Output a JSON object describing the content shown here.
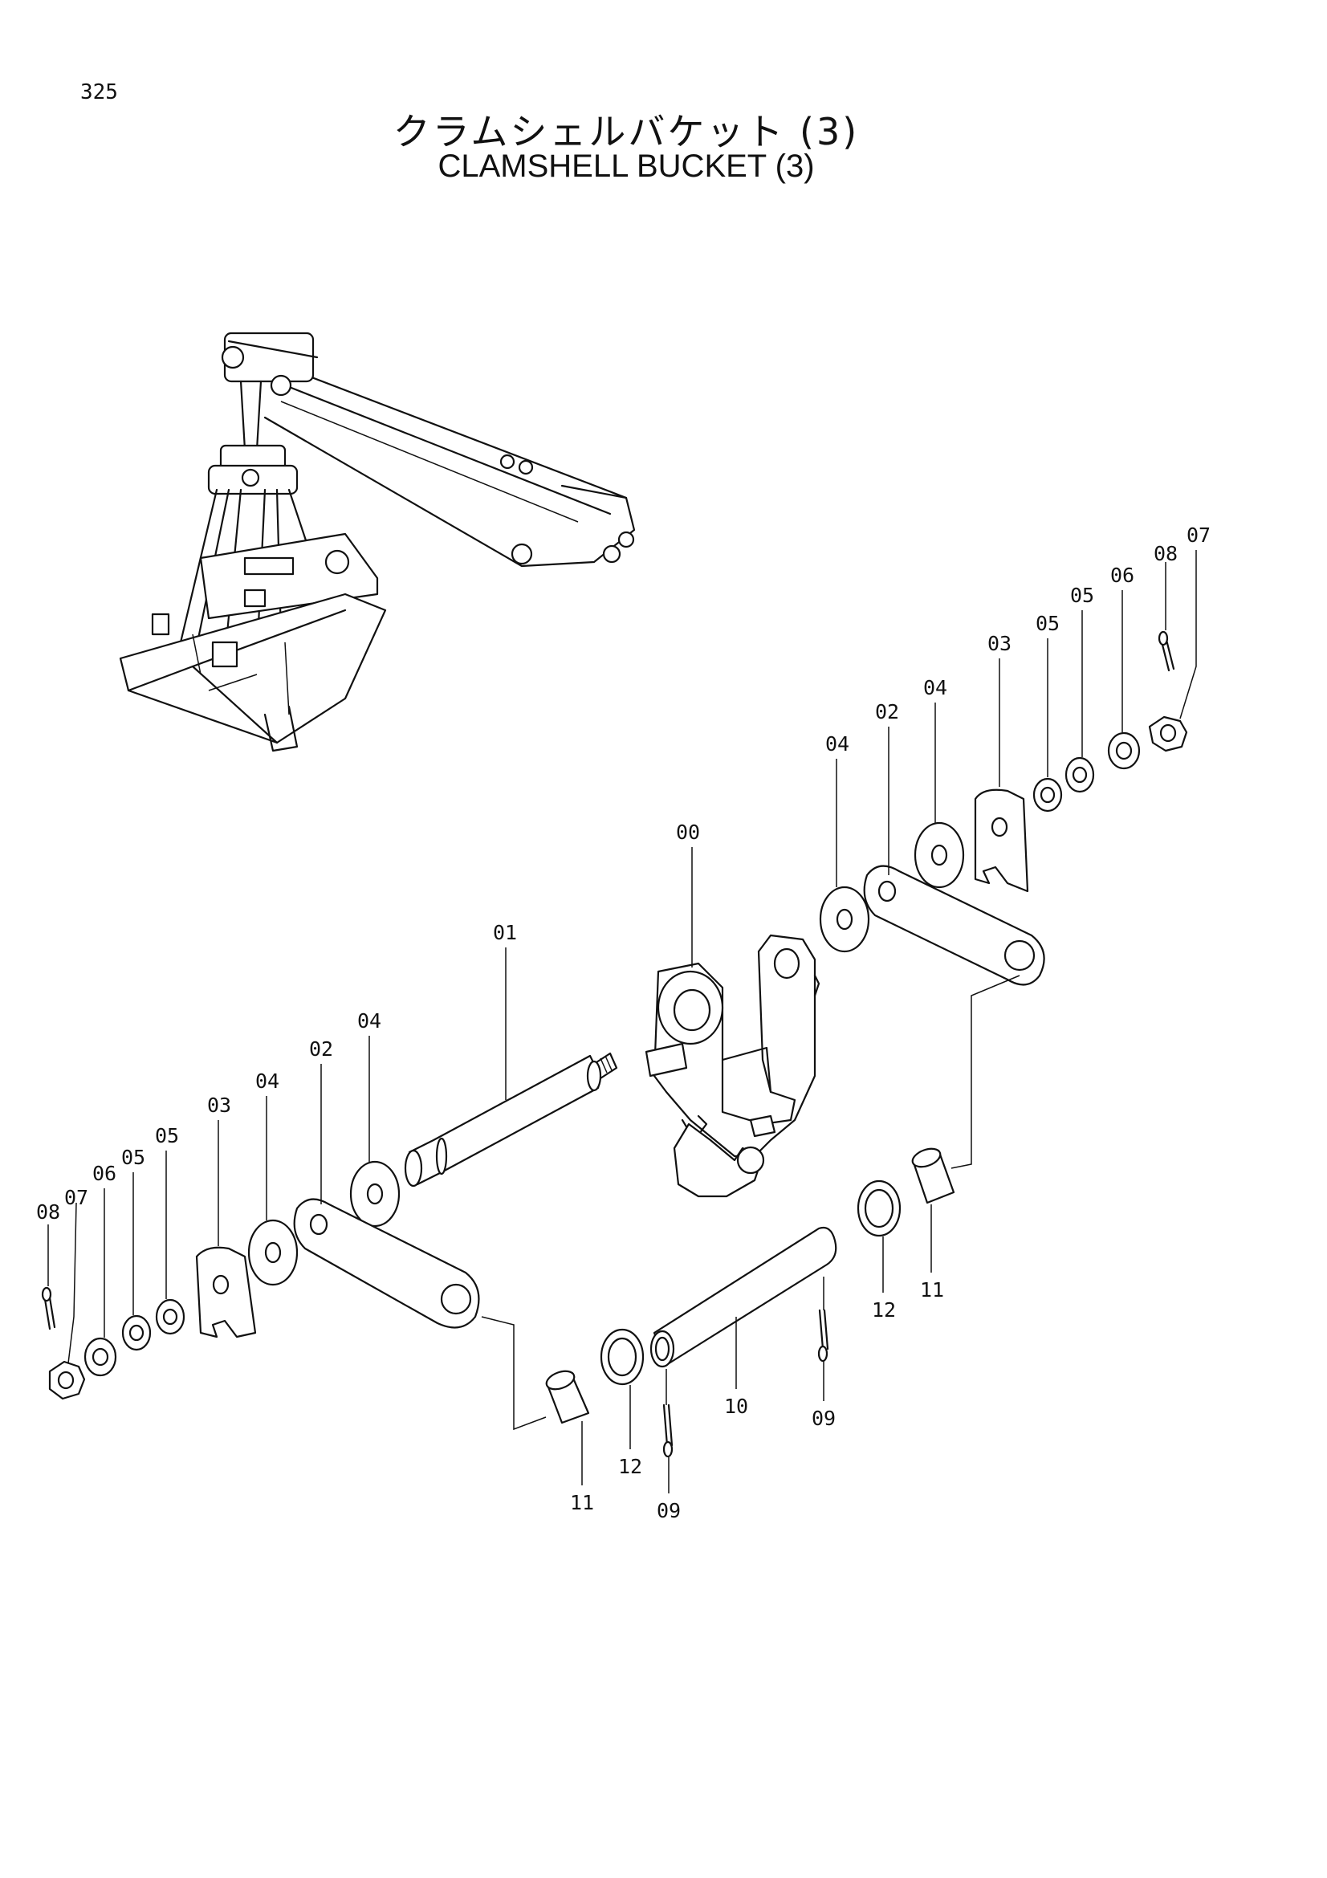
{
  "page": {
    "number": "325",
    "title_jp": "クラムシェルバケット (3)",
    "title_en": "CLAMSHELL BUCKET  (3)"
  },
  "part_labels": {
    "bracket": "00",
    "long_pin": "01",
    "link_upper": "02",
    "link_lower": "02",
    "plate_upper": "03",
    "plate_lower": "03",
    "washer_upper_inner": "04",
    "washer_upper_outer": "04",
    "washer_lower_inner": "04",
    "washer_lower_outer": "04",
    "ring_upper_a": "05",
    "ring_upper_b": "05",
    "ring_lower_a": "05",
    "ring_lower_b": "05",
    "ring6_upper": "06",
    "ring6_lower": "06",
    "nut_upper": "07",
    "nut_lower": "07",
    "cotter_upper": "08",
    "cotter_lower": "08",
    "cotter_pin10_right": "09",
    "cotter_pin10_left": "09",
    "short_pin": "10",
    "bushing_right": "11",
    "bushing_left": "11",
    "shim_right": "12",
    "shim_left": "12"
  }
}
